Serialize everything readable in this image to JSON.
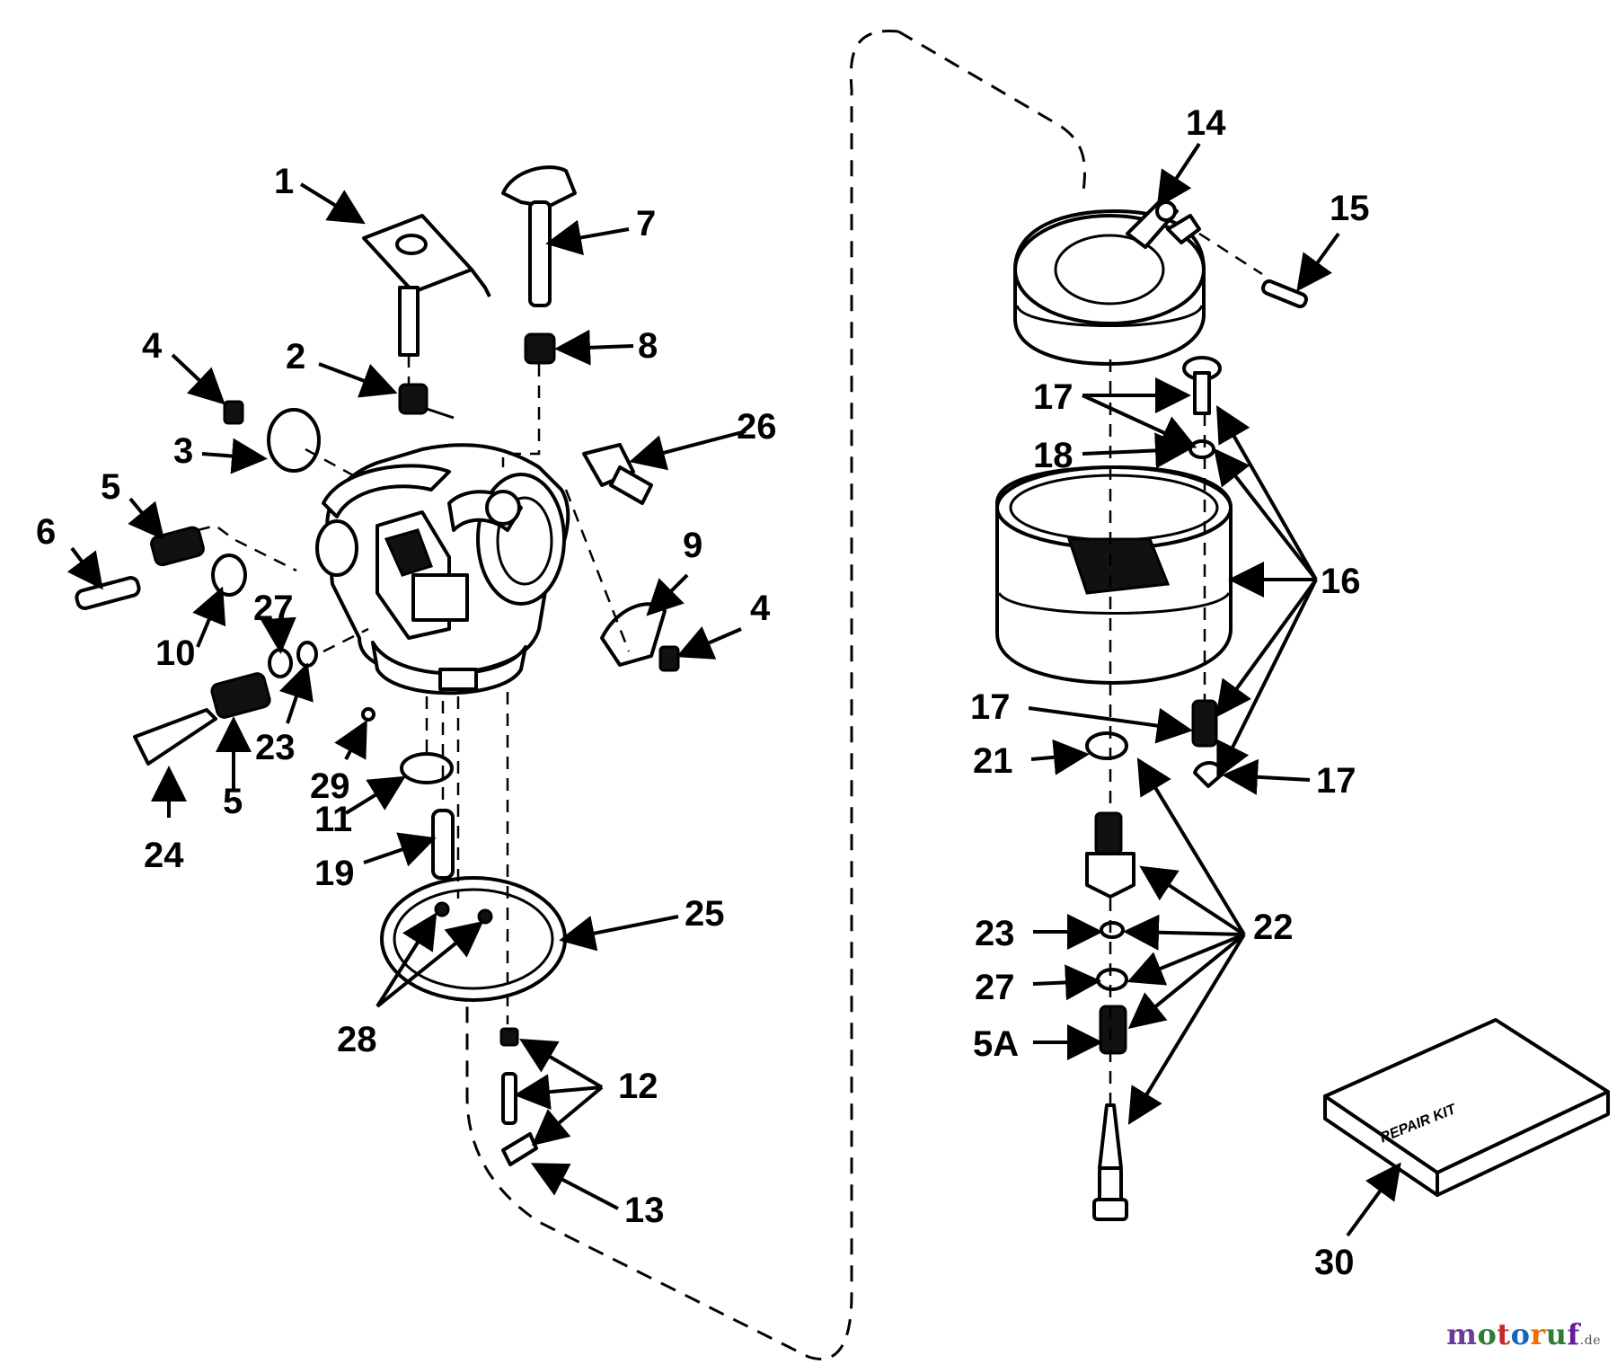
{
  "callouts": {
    "c1": "1",
    "c2": "2",
    "c3": "3",
    "c4a": "4",
    "c4b": "4",
    "c5a": "5",
    "c5b": "5",
    "c5A": "5A",
    "c6": "6",
    "c7": "7",
    "c8": "8",
    "c9": "9",
    "c10": "10",
    "c11": "11",
    "c12": "12",
    "c13": "13",
    "c14": "14",
    "c15": "15",
    "c16": "16",
    "c17a": "17",
    "c17b": "17",
    "c17c": "17",
    "c18": "18",
    "c19": "19",
    "c21": "21",
    "c22": "22",
    "c23a": "23",
    "c23b": "23",
    "c24": "24",
    "c25": "25",
    "c26": "26",
    "c27a": "27",
    "c27b": "27",
    "c28": "28",
    "c29": "29",
    "c30": "30"
  },
  "kit_label": "REPAIR KIT",
  "watermark": {
    "brand": "motoruf",
    "tld": ".de"
  },
  "colors": {
    "line": "#000000",
    "background": "#ffffff"
  }
}
